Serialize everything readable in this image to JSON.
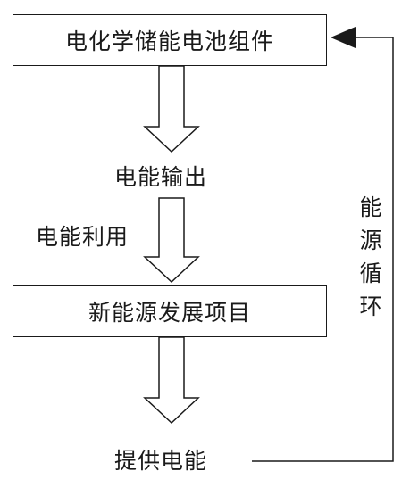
{
  "nodes": {
    "storage_component": "电化学储能电池组件",
    "power_output": "电能输出",
    "power_utilization": "电能利用",
    "new_energy_project": "新能源发展项目",
    "supply_power": "提供电能",
    "energy_cycle": "能源循环"
  },
  "colors": {
    "line": "#1a1a1a",
    "arrow_fill": "#ffffff",
    "box_border": "#1a1a1a"
  }
}
